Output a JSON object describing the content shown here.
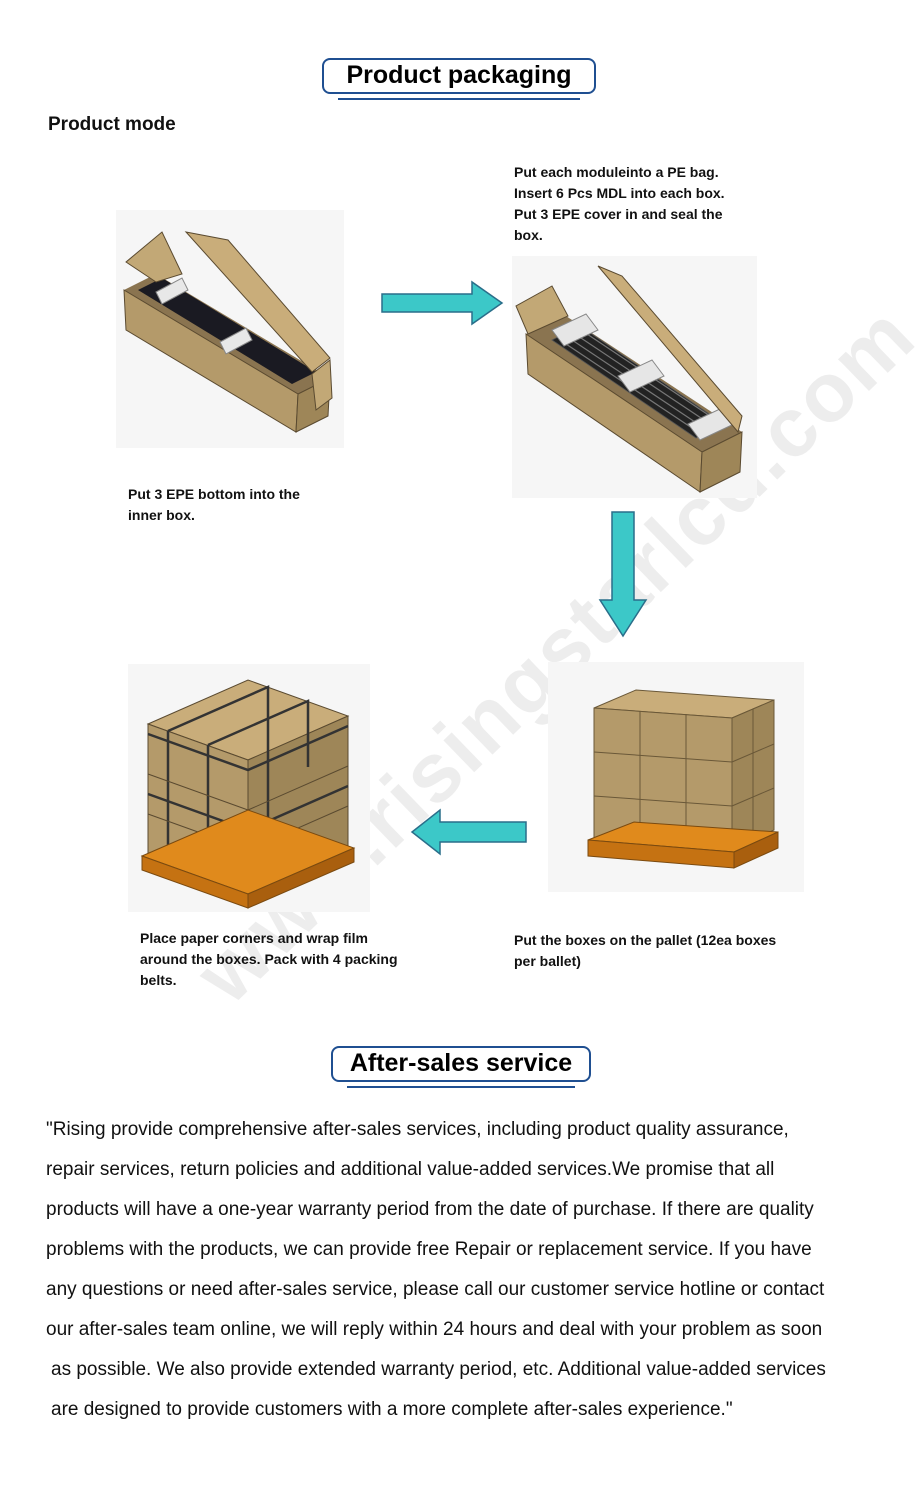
{
  "packaging": {
    "title": "Product packaging",
    "subtitle": "Product mode",
    "steps": [
      {
        "caption": "Put 3 EPE bottom into the\ninner box."
      },
      {
        "caption": "Put each moduleinto a PE bag.\nInsert 6 Pcs MDL into each box.\nPut 3 EPE cover in and seal the\nbox."
      },
      {
        "caption": "Put the boxes on the pallet (12ea boxes\nper ballet)"
      },
      {
        "caption": "Place paper corners and wrap film\naround the boxes. Pack with 4 packing\nbelts."
      }
    ],
    "watermark": "www.risingstarlcd.com"
  },
  "after_sales": {
    "title": "After-sales service",
    "lines": [
      "\"Rising provide comprehensive after-sales services, including product quality assurance,",
      "repair services, return policies and additional value-added services.We promise that all",
      "products will have a one-year warranty period from the date of purchase. If there are quality",
      "problems with the products, we can provide free Repair or replacement service. If you have",
      "any questions or need after-sales service, please call our customer service hotline or contact",
      "our after-sales team online, we will reply within 24 hours and deal with your problem as soon",
      "as possible. We also provide extended warranty period, etc. Additional value-added services",
      "are designed to provide customers with a more complete after-sales experience.\""
    ]
  },
  "colors": {
    "title_border": "#1f4f91",
    "arrow_fill": "#3cc8c8",
    "arrow_stroke": "#2a6e8a",
    "cardboard": "#b49a6a",
    "pallet": "#e08a1c"
  }
}
